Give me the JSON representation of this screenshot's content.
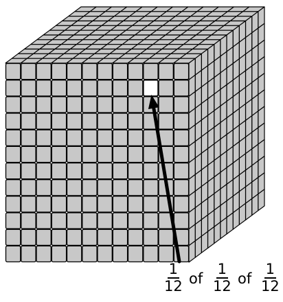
{
  "diagram": {
    "block_grid": {
      "columns": 12,
      "rows": 12,
      "depth": 12
    },
    "colors": {
      "cube_face": "#c8c8c8",
      "highlight": "#ffffff",
      "stroke": "#000000",
      "arrow": "#000000"
    },
    "label": {
      "frac1": {
        "numerator": "1",
        "denominator": "12"
      },
      "of1": "of",
      "frac2": {
        "numerator": "1",
        "denominator": "12"
      },
      "of2": "of",
      "frac3": {
        "numerator": "1",
        "denominator": "12"
      }
    }
  }
}
